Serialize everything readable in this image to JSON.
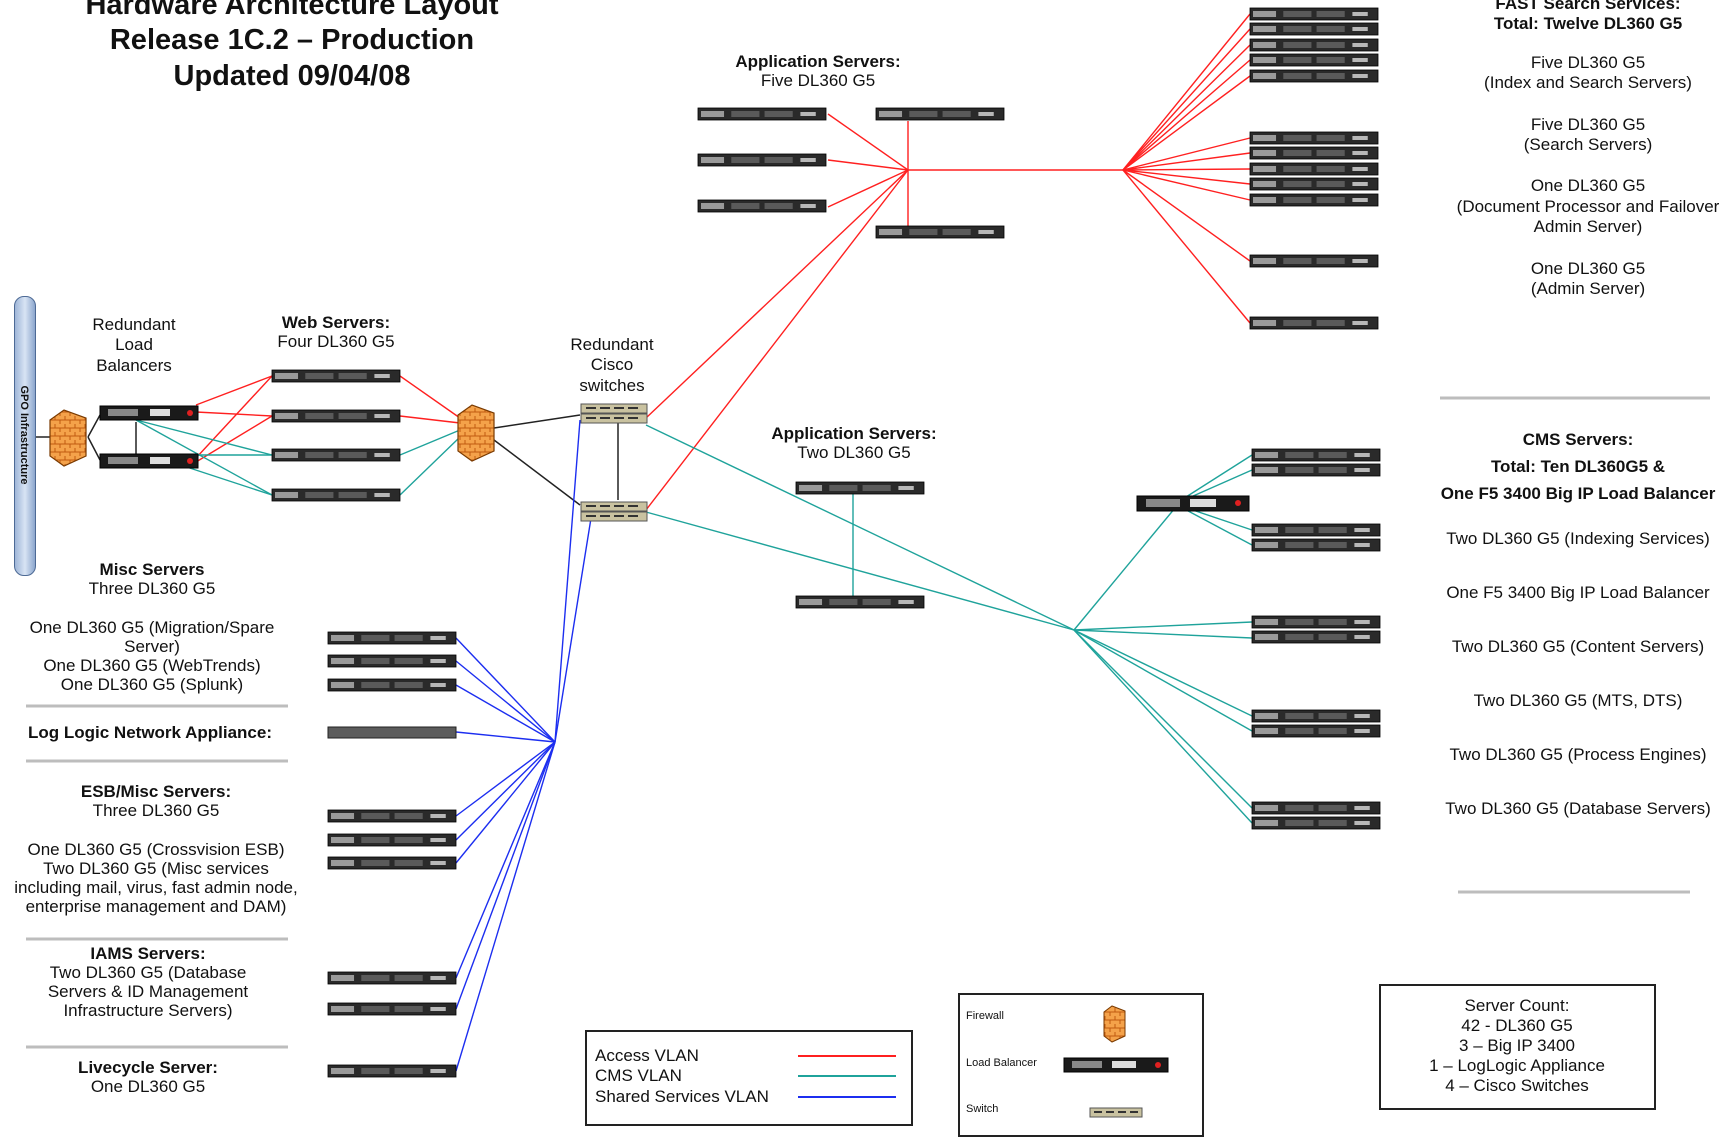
{
  "title": {
    "line1": "Hardware Architecture Layout",
    "line2": "Release 1C.2 – Production",
    "line3": "Updated 09/04/08"
  },
  "gpo_label": "GPO Infrastructure",
  "load_balancers_label": "Redundant Load Balancers",
  "web_servers": {
    "heading": "Web Servers:",
    "sub": "Four DL360 G5"
  },
  "cisco_switches_label": "Redundant Cisco switches",
  "app_servers_five": {
    "heading": "Application Servers:",
    "sub": "Five DL360 G5"
  },
  "app_servers_two": {
    "heading": "Application Servers:",
    "sub": "Two DL360 G5"
  },
  "fast": {
    "heading1": "FAST Search Services:",
    "heading2": "Total: Twelve DL360 G5",
    "items": [
      [
        "Five DL360 G5",
        "(Index and Search Servers)"
      ],
      [
        "Five DL360 G5",
        "(Search Servers)"
      ],
      [
        "One DL360 G5",
        "(Document Processor and Failover",
        "Admin Server)"
      ],
      [
        "One DL360 G5",
        "(Admin Server)"
      ]
    ]
  },
  "cms": {
    "heading1": "CMS Servers:",
    "heading2": "Total: Ten DL360G5 &",
    "heading3": "One F5 3400 Big IP Load Balancer",
    "items": [
      "Two DL360 G5 (Indexing Services)",
      "One F5 3400 Big IP Load Balancer",
      "Two DL360 G5 (Content Servers)",
      "Two DL360 G5 (MTS, DTS)",
      "Two DL360 G5 (Process Engines)",
      "Two DL360 G5 (Database Servers)"
    ]
  },
  "misc": {
    "heading": "Misc Servers",
    "sub": "Three DL360 G5",
    "lines": [
      "One DL360 G5 (Migration/Spare",
      "Server)",
      "One DL360 G5 (WebTrends)",
      "One DL360 G5 (Splunk)"
    ]
  },
  "log_logic": "Log Logic Network Appliance:",
  "esb": {
    "heading": "ESB/Misc Servers:",
    "sub": "Three DL360 G5",
    "lines": [
      "One DL360 G5 (Crossvision ESB)",
      "Two DL360 G5 (Misc services",
      "including mail, virus, fast admin node,",
      "enterprise management and DAM)"
    ]
  },
  "iams": {
    "heading": "IAMS Servers:",
    "lines": [
      "Two DL360 G5 (Database",
      "Servers & ID Management",
      "Infrastructure Servers)"
    ]
  },
  "livecycle": {
    "heading": "Livecycle Server:",
    "sub": "One DL360 G5"
  },
  "legend": {
    "items": [
      {
        "label": "Access VLAN",
        "color": "#ff2020"
      },
      {
        "label": "CMS VLAN",
        "color": "#1fa39b"
      },
      {
        "label": "Shared Services VLAN",
        "color": "#1c2ef0"
      }
    ]
  },
  "icon_legend": {
    "firewall": "Firewall",
    "load_balancer": "Load Balancer",
    "switch": "Switch"
  },
  "server_count": {
    "heading": "Server Count:",
    "lines": [
      "42 - DL360 G5",
      "3 – Big IP 3400",
      "1 – LogLogic Appliance",
      "4 – Cisco Switches"
    ]
  },
  "colors": {
    "access": "#ff2020",
    "cms": "#1fa39b",
    "shared": "#1c2ef0",
    "neutral": "#222222"
  }
}
